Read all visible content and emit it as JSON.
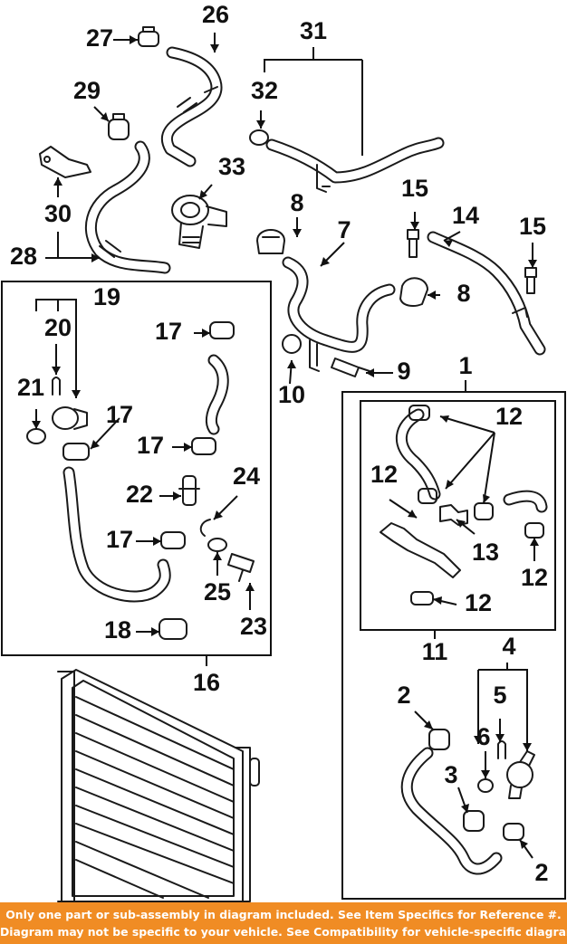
{
  "callouts": {
    "c1": "1",
    "c2a": "2",
    "c2b": "2",
    "c3": "3",
    "c4": "4",
    "c5": "5",
    "c6": "6",
    "c7": "7",
    "c8a": "8",
    "c8b": "8",
    "c9": "9",
    "c10": "10",
    "c11": "11",
    "c12a": "12",
    "c12b": "12",
    "c12c": "12",
    "c12d": "12",
    "c13": "13",
    "c14": "14",
    "c15a": "15",
    "c15b": "15",
    "c16": "16",
    "c17a": "17",
    "c17b": "17",
    "c17c": "17",
    "c17d": "17",
    "c18": "18",
    "c19": "19",
    "c20": "20",
    "c21": "21",
    "c22": "22",
    "c23": "23",
    "c24": "24",
    "c25": "25",
    "c26": "26",
    "c27": "27",
    "c28": "28",
    "c29": "29",
    "c30": "30",
    "c31": "31",
    "c32": "32",
    "c33": "33"
  },
  "footer": {
    "line1": "Only one part or sub-assembly in diagram included. See Item Specifics for Reference #.",
    "line2": "Diagram may not be specific to your vehicle. See Compatibility for vehicle-specific diagrams."
  },
  "colors": {
    "banner": "#f08c24",
    "banner_text": "#ffffff",
    "ink": "#111111"
  }
}
